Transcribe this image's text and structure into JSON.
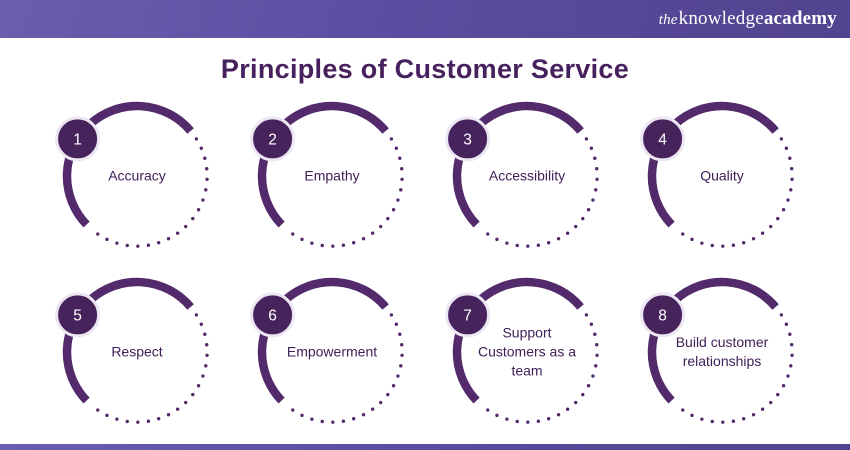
{
  "brand": {
    "logo_the": "the",
    "logo_knowledge": "knowledge",
    "logo_academy": "academy"
  },
  "title": "Principles of Customer Service",
  "items": [
    {
      "number": "1",
      "label": "Accuracy"
    },
    {
      "number": "2",
      "label": "Empathy"
    },
    {
      "number": "3",
      "label": "Accessibility"
    },
    {
      "number": "4",
      "label": "Quality"
    },
    {
      "number": "5",
      "label": "Respect"
    },
    {
      "number": "6",
      "label": "Empowerment"
    },
    {
      "number": "7",
      "label": "Support Customers as a team"
    },
    {
      "number": "8",
      "label": "Build customer relationships"
    }
  ],
  "colors": {
    "header_purple": "#5b4c9f",
    "title_purple": "#47215e",
    "arc_purple": "#532a6b",
    "badge_purple": "#47235c",
    "badge_ring": "#ece7f3",
    "label_purple": "#3f2158",
    "background": "#ffffff",
    "logo_white": "#ffffff"
  }
}
